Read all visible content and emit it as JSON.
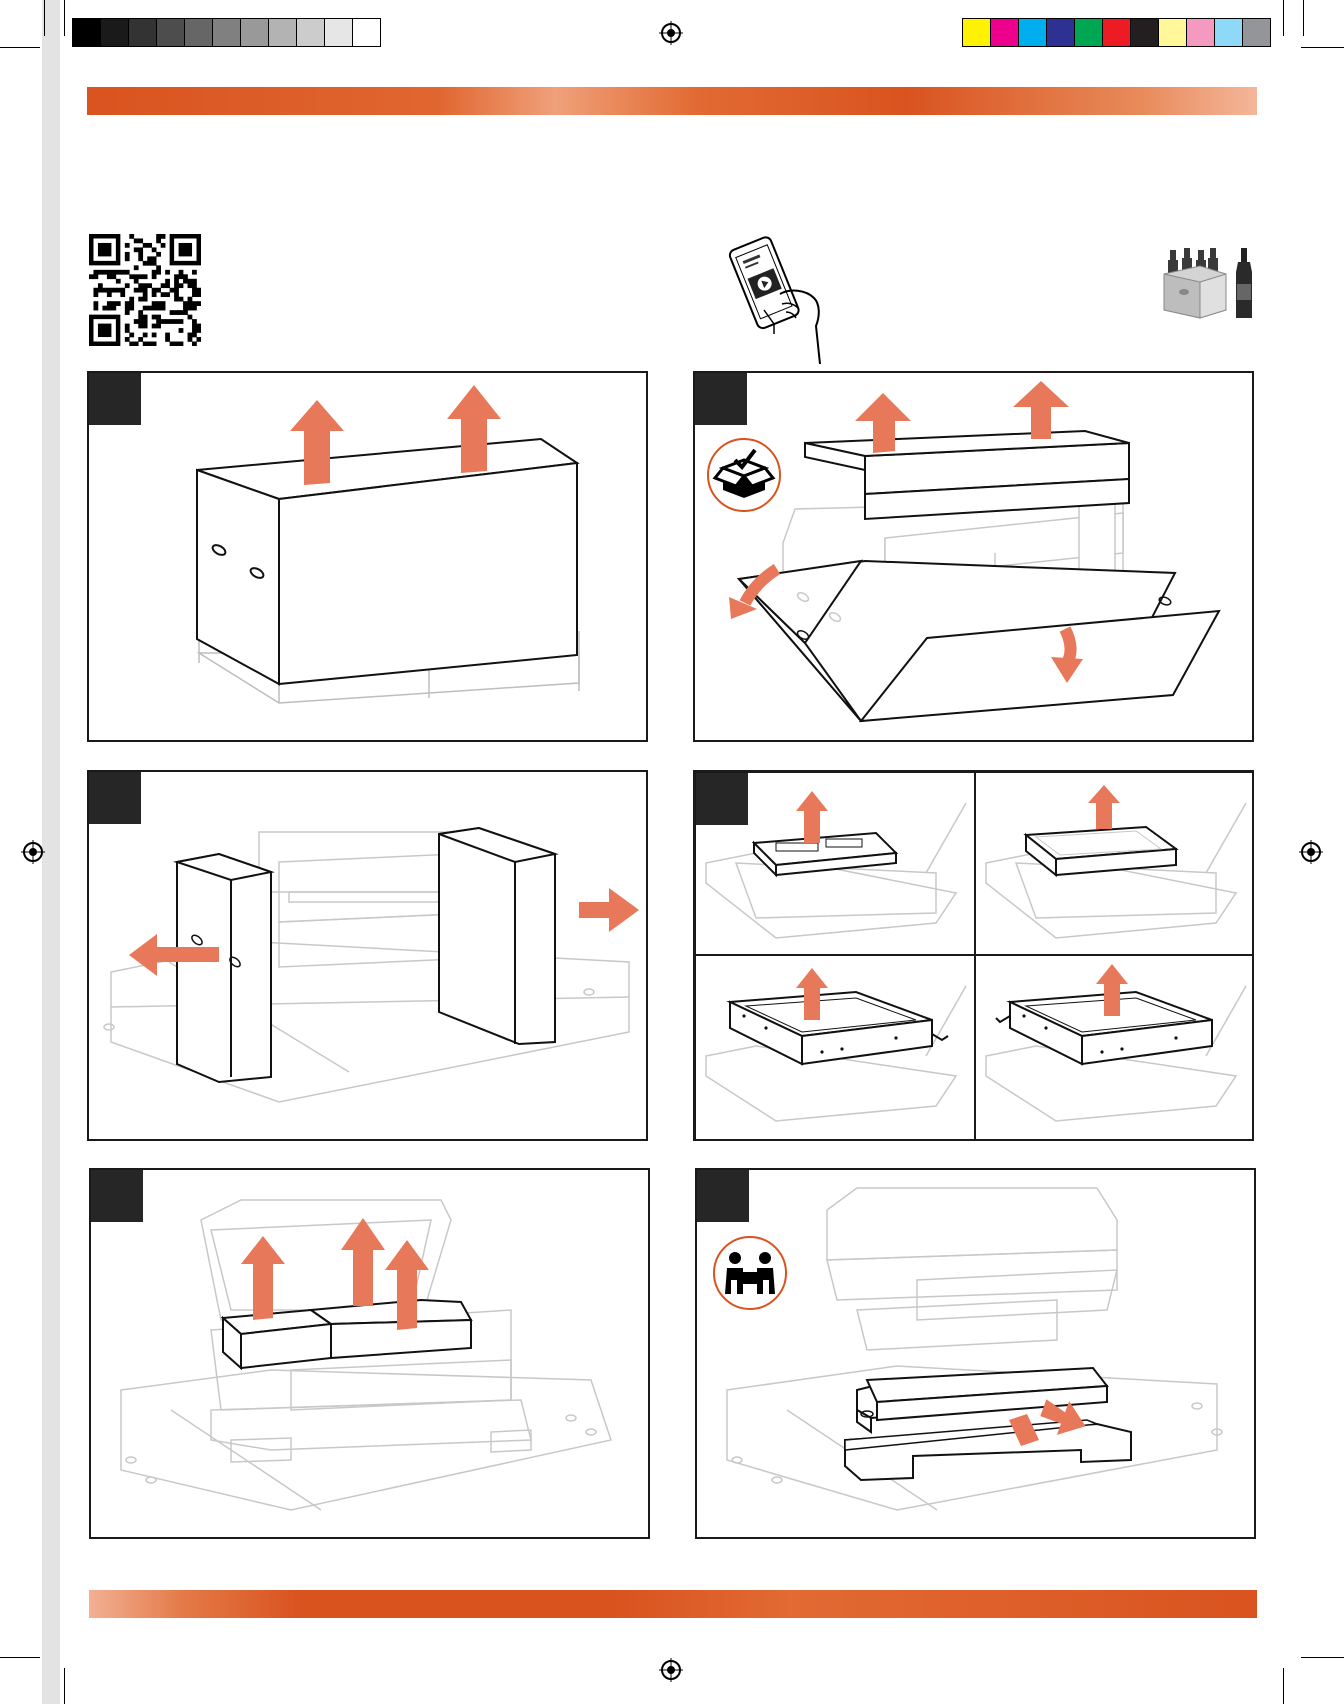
{
  "colors": {
    "accent": "#d9531f",
    "arrow": "#e8785a",
    "outline": "#1a1a1a",
    "ghost": "#c8c8c8"
  },
  "registration": {
    "grayscale": [
      "#000000",
      "#1a1a1a",
      "#333333",
      "#4d4d4d",
      "#666666",
      "#808080",
      "#999999",
      "#b3b3b3",
      "#cccccc",
      "#e6e6e6",
      "#ffffff"
    ],
    "process": [
      "#fff200",
      "#ec008c",
      "#00aeef",
      "#2e3192",
      "#00a651",
      "#ed1c24",
      "#231f20",
      "#fff799",
      "#f49ac1",
      "#8ed8f8",
      "#939598"
    ]
  },
  "header": {
    "qr_code_icon": "qr-code-icon",
    "phone_video_icon": "phone-video-icon",
    "beverages_icon": "six-pack-beer-icon"
  },
  "steps": [
    {
      "id": 1,
      "scene": "lift-outer-carton",
      "icons": []
    },
    {
      "id": 2,
      "scene": "open-flaps-remove-accessory-boxes",
      "icons": [
        "open-box-check-icon"
      ]
    },
    {
      "id": 3,
      "scene": "remove-side-foam-blocks",
      "icons": []
    },
    {
      "id": 4,
      "scene": "remove-trays-and-frames",
      "sub_panels": 4,
      "icons": []
    },
    {
      "id": 5,
      "scene": "remove-packaging-from-hood",
      "icons": []
    },
    {
      "id": 6,
      "scene": "two-person-lift-grill",
      "icons": [
        "two-person-lift-icon"
      ]
    }
  ]
}
